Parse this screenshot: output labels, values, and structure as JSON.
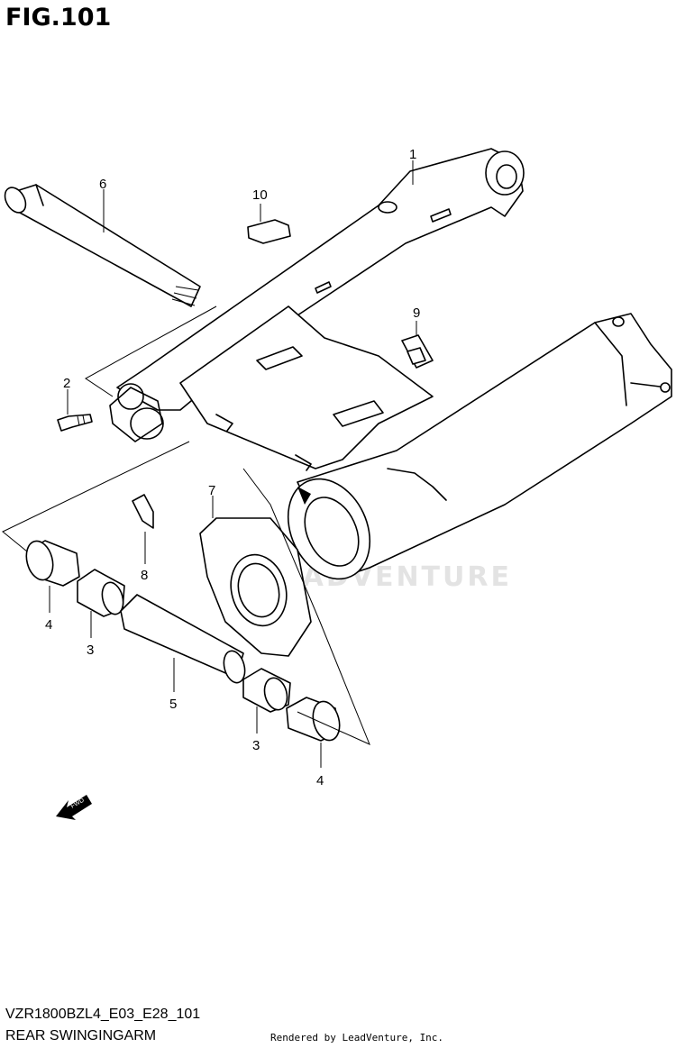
{
  "figure": {
    "title": "FIG.101",
    "code": "VZR1800BZL4_E03_E28_101",
    "name": "REAR SWINGINGARM",
    "credit": "Rendered by LeadVenture, Inc.",
    "watermark": "LEADVENTURE"
  },
  "callouts": {
    "c1": "1",
    "c2": "2",
    "c3a": "3",
    "c3b": "3",
    "c4a": "4",
    "c4b": "4",
    "c5": "5",
    "c6": "6",
    "c7": "7",
    "c8": "8",
    "c9": "9",
    "c10": "10"
  },
  "fwd_label": "FWD"
}
